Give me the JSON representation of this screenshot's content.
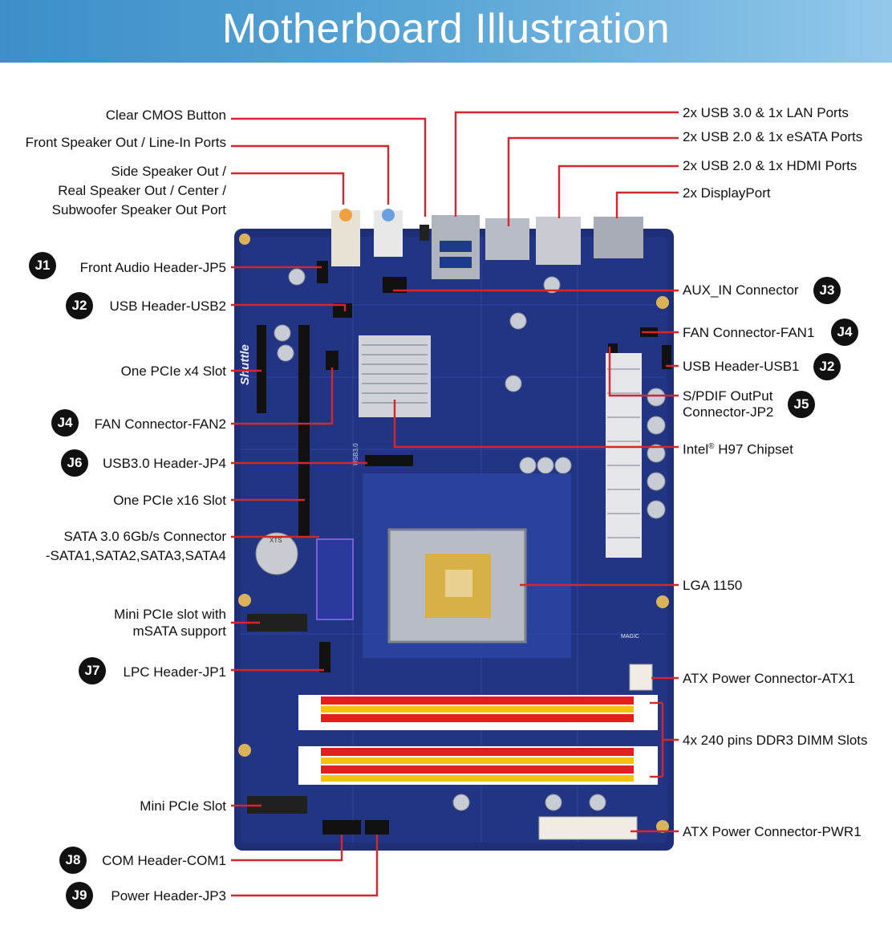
{
  "header": {
    "title": "Motherboard Illustration"
  },
  "colors": {
    "leader": "#d6262d",
    "board": "#1e2f78",
    "badge": "#111111",
    "banner": "#4a9bd0"
  },
  "labels_left": [
    {
      "id": "clear-cmos",
      "text": "Clear CMOS Button"
    },
    {
      "id": "front-speaker",
      "text": "Front Speaker Out / Line-In Ports"
    },
    {
      "id": "side-speaker",
      "lines": [
        "Side Speaker Out /",
        "Real Speaker Out / Center /",
        "Subwoofer Speaker Out Port"
      ]
    },
    {
      "id": "front-audio",
      "text": "Front Audio Header-JP5",
      "badge": "J1"
    },
    {
      "id": "usb-header-usb2",
      "text": "USB Header-USB2",
      "badge": "J2"
    },
    {
      "id": "pcie-x4",
      "text": "One PCIe x4 Slot"
    },
    {
      "id": "fan-header-fan2",
      "text": "FAN Connector-FAN2",
      "badge": "J4"
    },
    {
      "id": "usb3-header",
      "text": "USB3.0 Header-JP4",
      "badge": "J6"
    },
    {
      "id": "pcie-x16",
      "text": "One PCIe x16 Slot"
    },
    {
      "id": "sata",
      "lines": [
        "SATA 3.0 6Gb/s Connector",
        "-SATA1,SATA2,SATA3,SATA4"
      ]
    },
    {
      "id": "mini-pcie-msata",
      "lines": [
        "Mini PCIe slot with",
        "mSATA support"
      ]
    },
    {
      "id": "lpc-header",
      "text": "LPC Header-JP1",
      "badge": "J7"
    },
    {
      "id": "mini-pcie",
      "text": "Mini PCIe Slot"
    },
    {
      "id": "com-header",
      "text": "COM Header-COM1",
      "badge": "J8"
    },
    {
      "id": "power-header",
      "text": "Power Header-JP3",
      "badge": "J9"
    }
  ],
  "labels_right": [
    {
      "id": "usb30-lan",
      "text": "2x USB 3.0 & 1x LAN Ports"
    },
    {
      "id": "usb20-esata",
      "text": "2x USB 2.0 & 1x eSATA Ports"
    },
    {
      "id": "usb20-hdmi",
      "text": "2x USB 2.0 & 1x HDMI Ports"
    },
    {
      "id": "displayport",
      "text": "2x DisplayPort"
    },
    {
      "id": "aux-in",
      "text": "AUX_IN Connector",
      "badge": "J3"
    },
    {
      "id": "fan-fan1",
      "text": "FAN Connector-FAN1",
      "badge": "J4"
    },
    {
      "id": "usb-header-usb1",
      "text": "USB Header-USB1",
      "badge": "J2"
    },
    {
      "id": "spdif",
      "lines": [
        "S/PDIF OutPut",
        "Connector-JP2"
      ],
      "badge": "J5"
    },
    {
      "id": "chipset",
      "text": "Intel",
      "sup": "®",
      "text_after": " H97 Chipset"
    },
    {
      "id": "lga",
      "text": "LGA 1150"
    },
    {
      "id": "atx1",
      "text": "ATX Power Connector-ATX1"
    },
    {
      "id": "dimm",
      "text": "4x 240 pins DDR3 DIMM Slots"
    },
    {
      "id": "pwr1",
      "text": "ATX Power Connector-PWR1"
    }
  ],
  "board_markings": {
    "brand": "Shuttle",
    "usb3": "USB3.0",
    "magic": "MAGIC",
    "xts": "XTS"
  }
}
